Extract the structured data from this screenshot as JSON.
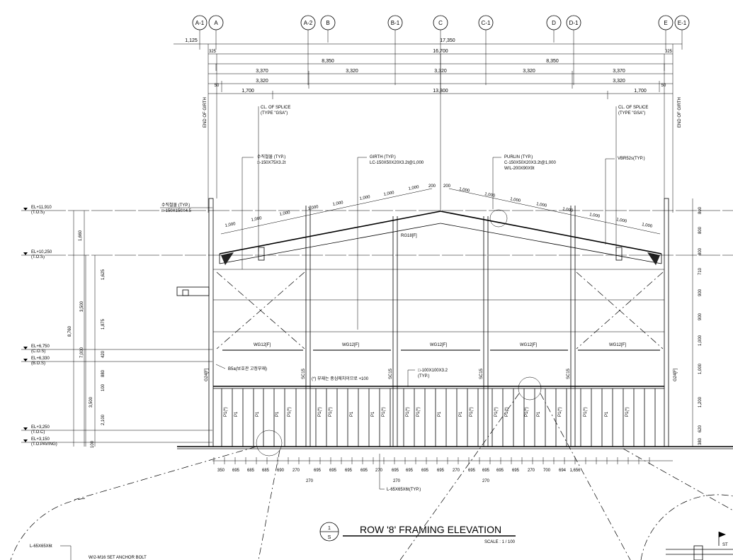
{
  "grid": {
    "labels": [
      "A-1",
      "A",
      "A-2",
      "B",
      "B-1",
      "C",
      "C-1",
      "D",
      "D-1",
      "E",
      "E-1"
    ]
  },
  "top_dims": {
    "overall": "17,350",
    "left_ext": "1,125",
    "mid": "16,700",
    "edge_l": "325",
    "edge_r": "325",
    "half_l": "8,350",
    "half_r": "8,350",
    "row3": [
      "3,370",
      "3,320",
      "3,320",
      "3,320",
      "3,370"
    ],
    "row4_l": "3,320",
    "row4_r": "3,320",
    "row4_50l": "50",
    "row4_50r": "50",
    "row5_l": "1,700",
    "row5_m": "13,300",
    "row5_r": "1,700"
  },
  "labels": {
    "end_girth": "END OF GIRTH",
    "splice_l1": "CL. OF SPLICE",
    "splice_l2": "(TYPE \"GSA\")",
    "brace1": "수직철물 (TYP.)",
    "brace2": "□-150X75X3.2t",
    "girth1": "GIRTH (TYP.)",
    "girth2": "LC-150X50X20X3.2t@1,000",
    "purlin1": "PURLIN (TYP.)",
    "purlin2": "C-150X50X20X3.2t@1,000",
    "purlin3": "W/L-200X90X9t",
    "vbr": "VBR52s(TYP.)",
    "post1": "수직철물 (TYP.)",
    "post2": "□-150X150X4.5",
    "rafter": "RG18[F]",
    "wg": "WG12[F]",
    "sc": "SC15",
    "g24": "G24[F]",
    "b5a": "B5a(보호관 고정부재)",
    "note_star": "(*) 부재는 중심에치이므로 +100",
    "tube1": "□-100X100X3.2",
    "tube2": "(TYP.)",
    "angle": "L-65X65X6t(TYP.)",
    "panel": "P1",
    "panel_star": "P1(*)",
    "detail_l1": "L-65X65X6t",
    "detail_l2": "W/2-M16 SET ANCHOR BOLT",
    "st": "ST"
  },
  "purlin_spacing": [
    "1,000",
    "200",
    "200"
  ],
  "elevations": [
    {
      "el": "EL+11,910",
      "ref": "(T.O.S)"
    },
    {
      "el": "EL+10,250",
      "ref": "(T.O.S)"
    },
    {
      "el": "EL+6,750",
      "ref": "(C.O.S)"
    },
    {
      "el": "EL+6,330",
      "ref": "(B.O.S)"
    },
    {
      "el": "EL+3,250",
      "ref": "(T.O.C)"
    },
    {
      "el": "EL+3,150",
      "ref": "(T.O.PAVING)"
    }
  ],
  "left_dims": {
    "d1660": "1,660",
    "d8760": "8,760",
    "d3500a": "3,500",
    "d7000": "7,000",
    "d3500b": "3,500",
    "d1625": "1,625",
    "d1875": "1,875",
    "d420": "420",
    "d880": "880",
    "d100": "100",
    "d2100": "2,100",
    "d100b": "100"
  },
  "right_dims": [
    "800",
    "800",
    "800",
    "710",
    "900",
    "900",
    "1,000",
    "1,000",
    "1,200",
    "620",
    "380"
  ],
  "bottom_dims": [
    "350",
    "695",
    "685",
    "685",
    "690",
    "270",
    "695",
    "695",
    "695",
    "695",
    "270",
    "695",
    "695",
    "695",
    "695",
    "270",
    "695",
    "695",
    "695",
    "695",
    "270",
    "700",
    "694",
    "1,656"
  ],
  "bottom_270": [
    "270",
    "270",
    "270"
  ],
  "title": {
    "main": "ROW '8' FRAMING ELEVATION",
    "scale": "SCALE : 1 / 100",
    "bubble_top": "1",
    "bubble_bottom": "S"
  }
}
